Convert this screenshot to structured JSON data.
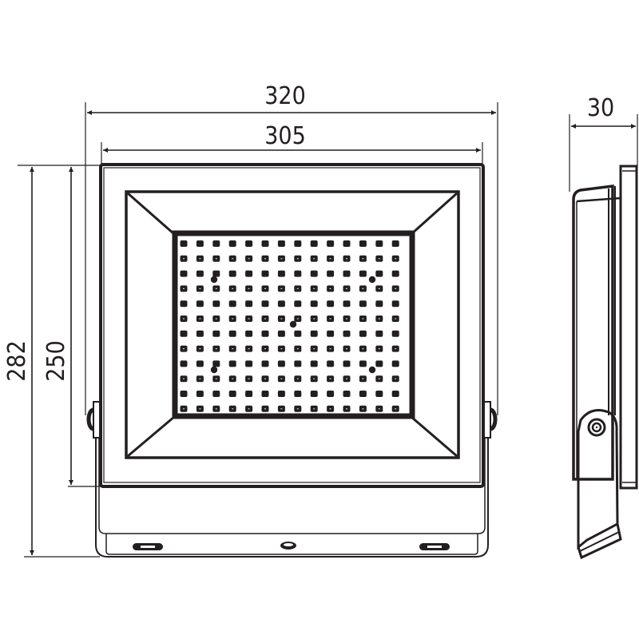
{
  "drawing": {
    "subject": "LED floodlight technical drawing",
    "colors": {
      "line": "#231f20",
      "background": "#ffffff"
    },
    "dimensions": {
      "overall_width": "320",
      "body_width": "305",
      "overall_height": "282",
      "body_height": "250",
      "depth": "30"
    },
    "views": {
      "front": {
        "led_grid": {
          "columns": 14,
          "rows": 12
        },
        "screws_on_lens": 5,
        "bottom_slots": 3
      },
      "side": {
        "bracket_pivot": "hex-bolt"
      }
    }
  }
}
